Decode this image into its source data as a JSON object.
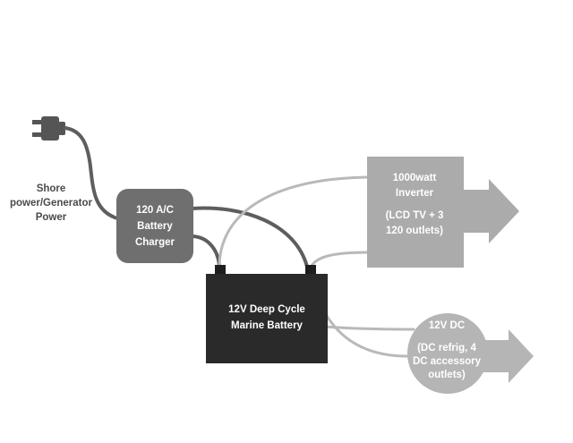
{
  "diagram": {
    "shore": {
      "line1": "Shore",
      "line2": "power/Generator",
      "line3": "Power"
    },
    "charger": {
      "line1": "120 A/C",
      "line2": "Battery",
      "line3": "Charger"
    },
    "battery": {
      "line1": "12V Deep Cycle",
      "line2": "Marine Battery"
    },
    "inverter": {
      "line1": "1000watt",
      "line2": "Inverter",
      "line3": "(LCD TV + 3",
      "line4": "120 outlets)"
    },
    "dc": {
      "line1": "12V DC",
      "line2": "(DC refrig, 4",
      "line3": "DC accessory",
      "line4": "outlets)"
    },
    "colors": {
      "charger": "#6f6f6f",
      "battery": "#2a2a2a",
      "inverter": "#ababab",
      "dc": "#b5b5b5",
      "dark_cable": "#5e5e5e",
      "light_cable": "#b9b9b9"
    },
    "icons": {
      "plug": "power-plug-icon",
      "inverter_arrow": "right-arrow-icon",
      "dc_arrow": "right-arrow-icon"
    }
  }
}
